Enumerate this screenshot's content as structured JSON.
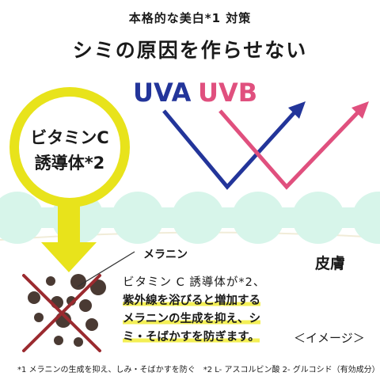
{
  "heading": {
    "kicker": "本格的な美白*1 対策",
    "title": "シミの原因を作らせない"
  },
  "uv": {
    "uva_label": "UVA",
    "uvb_label": "UVB",
    "uva_color": "#23359a",
    "uvb_color": "#e0507e"
  },
  "vitamin": {
    "line1": "ビタミンC",
    "line2": "誘導体*2",
    "circle_color": "#e8e31b",
    "arrow_color": "#e8e31b"
  },
  "melanin_label": "メラニン",
  "skin_label": "皮膚",
  "skin_color": "#d7f5ea",
  "description": {
    "line1": "ビタミン C 誘導体が*2、",
    "line2": "紫外線を浴びると増加する",
    "line3": "メラニンの生成を抑え、シ",
    "line4": "ミ・そばかすを防ぎます。"
  },
  "image_note": "＜イメージ＞",
  "footnote": "*1 メラニンの生成を抑え、しみ・そばかすを防ぐ　*2 L- アスコルビン酸 2- グルコシド（有効成分）"
}
